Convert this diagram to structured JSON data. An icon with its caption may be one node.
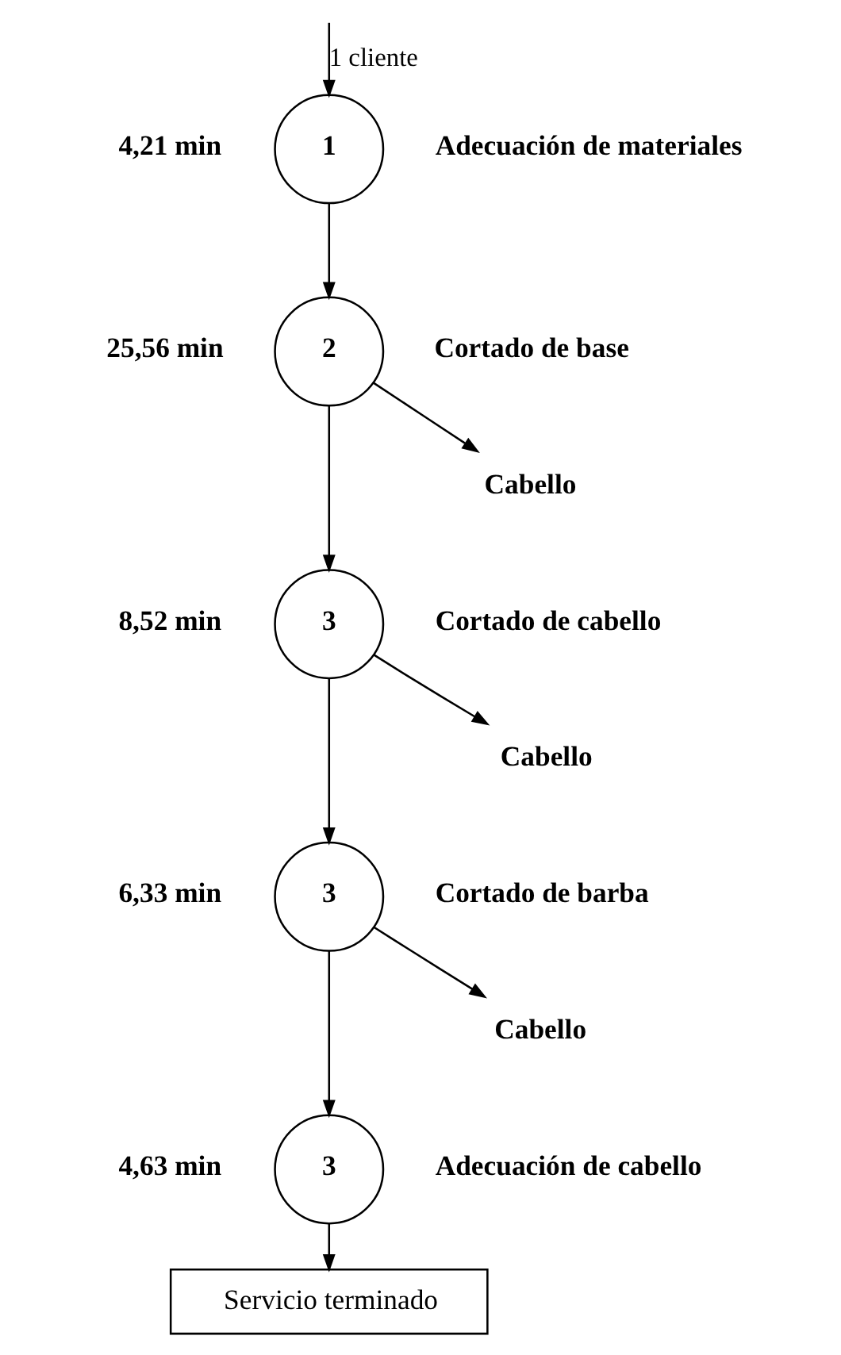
{
  "diagram": {
    "nodes": [
      {
        "text": [
          "1"
        ],
        "beside": [
          "4,21 min",
          "Adecuación de materiales"
        ]
      },
      {
        "text": [
          "2"
        ],
        "beside": [
          "25,56 min",
          "Cortado de base"
        ]
      },
      {
        "text": [
          "Cabello"
        ]
      },
      {
        "text": [
          "3"
        ],
        "beside": [
          "8,52 min",
          "Cortado de cabello"
        ]
      },
      {
        "text": [
          "Cabello"
        ]
      },
      {
        "text": [
          "3"
        ],
        "beside": [
          "6,33 min",
          "Cortado de barba"
        ]
      },
      {
        "text": [
          "Cabello"
        ]
      },
      {
        "text": [
          "3"
        ],
        "beside": [
          "4,63 min",
          "Adecuación de cabello"
        ]
      },
      {
        "text": [
          "Servicio terminado"
        ]
      }
    ],
    "edges": [
      {
        "from": null,
        "to": 0,
        "arrow": "to",
        "label": "1 cliente"
      },
      {
        "from": 0,
        "to": 1,
        "arrow": "to"
      },
      {
        "from": 1,
        "to": 3,
        "arrow": "to"
      },
      {
        "from": 1,
        "to": 2,
        "arrow": "to"
      },
      {
        "from": 3,
        "to": 5,
        "arrow": "to"
      },
      {
        "from": 3,
        "to": 4,
        "arrow": "to"
      },
      {
        "from": 5,
        "to": 7,
        "arrow": "to"
      },
      {
        "from": 5,
        "to": 6,
        "arrow": "to"
      },
      {
        "from": 7,
        "to": 8,
        "arrow": "to"
      }
    ]
  }
}
